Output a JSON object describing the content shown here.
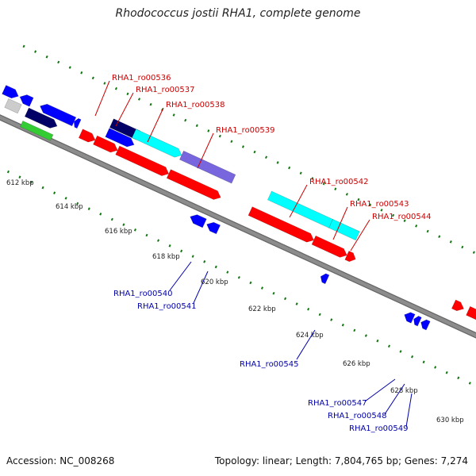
{
  "title": "Rhodococcus jostii RHA1, complete genome",
  "footer": {
    "accession": "Accession: NC_008268",
    "summary": "Topology: linear; Length: 7,804,765 bp; Genes: 7,274"
  },
  "ruler_ticks": [
    "612 kbp",
    "614 kbp",
    "616 kbp",
    "618 kbp",
    "620 kbp",
    "622 kbp",
    "624 kbp",
    "626 kbp",
    "628 kbp",
    "630 kbp"
  ],
  "forward_gene_labels": [
    "RHA1_ro00536",
    "RHA1_ro00537",
    "RHA1_ro00538",
    "RHA1_ro00539",
    "RHA1_ro00542",
    "RHA1_ro00543",
    "RHA1_ro00544"
  ],
  "reverse_gene_labels": [
    "RHA1_ro00540",
    "RHA1_ro00541",
    "RHA1_ro00545",
    "RHA1_ro00547",
    "RHA1_ro00548",
    "RHA1_ro00549"
  ],
  "colors": {
    "forward_label": "#cc0000",
    "reverse_label": "#0000aa",
    "backbone": "#8c8c8c",
    "red_gene": "#ff0000",
    "cyan_gene": "#00ffff",
    "navy_gene": "#000066",
    "blue_gene": "#0000ff",
    "purple_gene": "#7766dd",
    "green_gene": "#33cc33",
    "gray_gene": "#cccccc",
    "tick_green": "#117711"
  }
}
